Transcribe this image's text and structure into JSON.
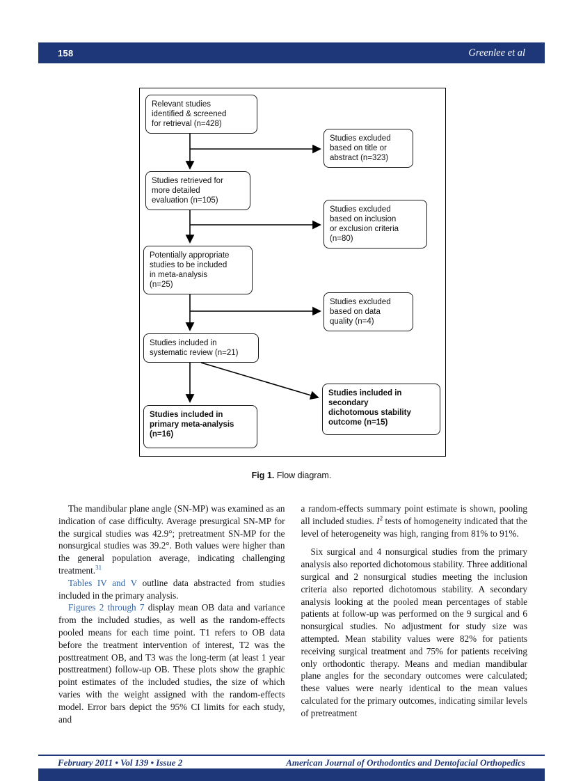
{
  "header": {
    "page_number": "158",
    "authors": "Greenlee et al"
  },
  "figure": {
    "caption_label": "Fig 1.",
    "caption_text": "Flow diagram.",
    "boxes": {
      "screened": "Relevant studies\nidentified & screened\nfor retrieval (n=428)",
      "excluded_title": "Studies excluded\nbased on title or\nabstract (n=323)",
      "retrieved": "Studies retrieved for\nmore detailed\nevaluation (n=105)",
      "excluded_criteria": "Studies excluded\nbased on inclusion\nor exclusion criteria\n(n=80)",
      "appropriate": "Potentially appropriate\nstudies to be included\nin meta-analysis\n(n=25)",
      "excluded_quality": "Studies excluded\nbased on data\nquality (n=4)",
      "systematic": "Studies included in\nsystematic review (n=21)",
      "primary": "Studies included in\nprimary meta-analysis\n(n=16)",
      "secondary": "Studies included in\nsecondary\ndichotomous stability\noutcome (n=15)"
    }
  },
  "body": {
    "left": {
      "p1_text": "The mandibular plane angle (SN-MP) was examined as an indication of case difficulty. Average presurgical SN-MP for the surgical studies was 42.9°; pretreatment SN-MP for the nonsurgical studies was 39.2°. Both values were higher than the general population average, indicating challenging treatment.",
      "p1_ref": "31",
      "p2_link": "Tables IV and V",
      "p2_text": " outline data abstracted from studies included in the primary analysis.",
      "p3_link": "Figures 2 through 7",
      "p3_text": " display mean OB data and variance from the included studies, as well as the random-effects pooled means for each time point. T1 refers to OB data before the treatment intervention of interest, T2 was the posttreatment OB, and T3 was the long-term (at least 1 year posttreatment) follow-up OB. These plots show the graphic point estimates of the included studies, the size of which varies with the weight assigned with the random-effects model. Error bars depict the 95% CI limits for each study, and"
    },
    "right": {
      "p1_a": "a random-effects summary point estimate is shown, pooling all included studies. ",
      "p1_i": "I",
      "p1_sup": "2",
      "p1_b": " tests of homogeneity indicated that the level of heterogeneity was high, ranging from 81% to 91%.",
      "p2": "Six surgical and 4 nonsurgical studies from the primary analysis also reported dichotomous stability. Three additional surgical and 2 nonsurgical studies meeting the inclusion criteria also reported dichotomous stability. A secondary analysis looking at the pooled mean percentages of stable patients at follow-up was performed on the 9 surgical and 6 nonsurgical studies. No adjustment for study size was attempted. Mean stability values were 82% for patients receiving surgical treatment and 75% for patients receiving only orthodontic therapy. Means and median mandibular plane angles for the secondary outcomes were calculated; these values were nearly identical to the mean values calculated for the primary outcomes, indicating similar levels of pretreatment"
    }
  },
  "footer": {
    "issue": "February 2011 • Vol 139 • Issue 2",
    "journal": "American Journal of Orthodontics and Dentofacial Orthopedics"
  },
  "colors": {
    "navy": "#1e3778",
    "link_blue": "#2f62a7"
  }
}
